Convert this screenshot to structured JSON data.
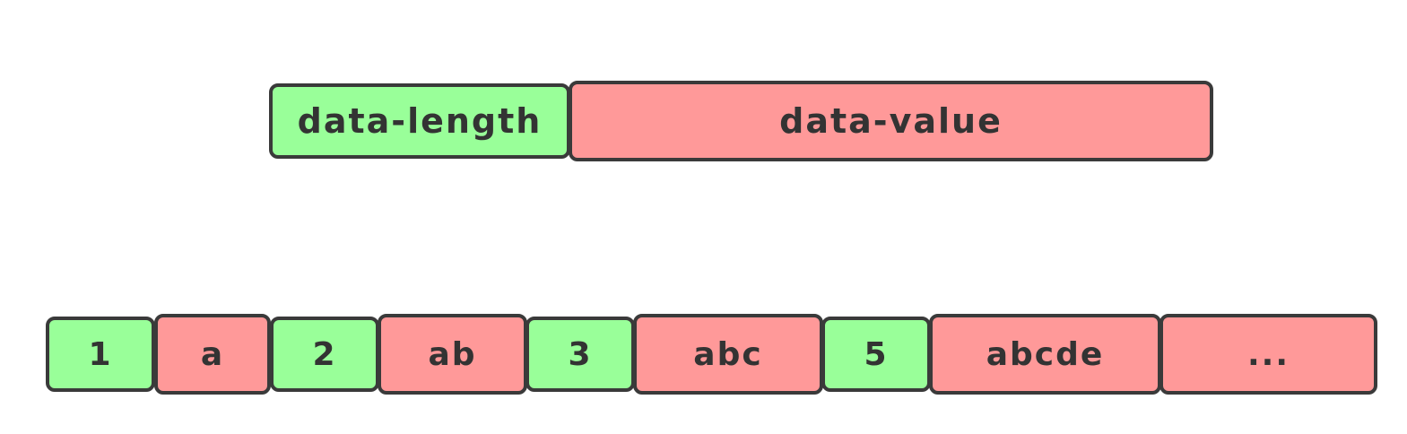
{
  "colors": {
    "length": "#99ff99",
    "value": "#ff9999",
    "border": "#3a3a3a",
    "text": "#333333"
  },
  "schema": {
    "length_label": "data-length",
    "value_label": "data-value"
  },
  "example": {
    "segments": [
      {
        "kind": "length",
        "text": "1"
      },
      {
        "kind": "value",
        "text": "a"
      },
      {
        "kind": "length",
        "text": "2"
      },
      {
        "kind": "value",
        "text": "ab"
      },
      {
        "kind": "length",
        "text": "3"
      },
      {
        "kind": "value",
        "text": "abc"
      },
      {
        "kind": "length",
        "text": "5"
      },
      {
        "kind": "value",
        "text": "abcde"
      },
      {
        "kind": "value",
        "text": "..."
      }
    ]
  }
}
